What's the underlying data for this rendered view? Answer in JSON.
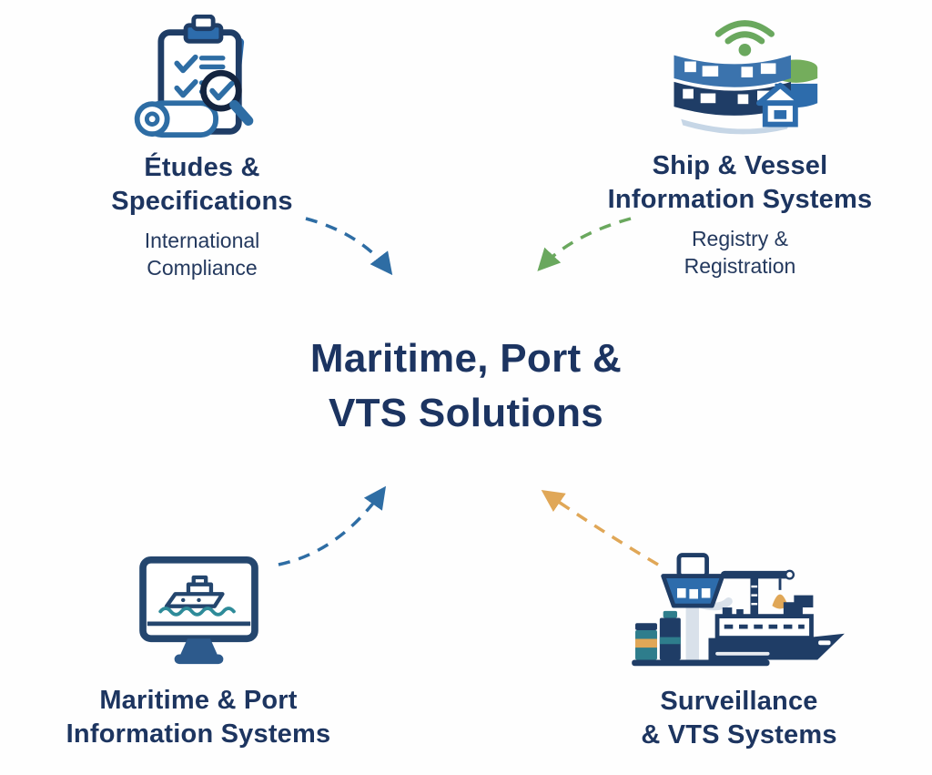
{
  "diagram": {
    "center_title": "Maritime, Port &\nVTS Solutions"
  },
  "nodes": [
    {
      "id": "etudes-specifications",
      "icon": "clipboard-checklist-magnifier-icon",
      "label": "Études &\nSpecifications",
      "sublabel": "International\nCompliance"
    },
    {
      "id": "ship-vessel-information-systems",
      "icon": "smart-building-database-icon",
      "label": "Ship & Vessel\nInformation Systems",
      "sublabel": "Registry &\nRegistration"
    },
    {
      "id": "maritime-port-information-systems",
      "icon": "monitor-ship-icon",
      "label": "Maritime & Port\nInformation Systems",
      "sublabel": ""
    },
    {
      "id": "surveillance-vts-systems",
      "icon": "vts-tower-ship-icon",
      "label": "Surveillance\n& VTS Systems",
      "sublabel": ""
    }
  ],
  "arrows": [
    {
      "from": "etudes-specifications",
      "to": "center",
      "color": "#2e6da4"
    },
    {
      "from": "ship-vessel-information-systems",
      "to": "center",
      "color": "#6aa85e"
    },
    {
      "from": "maritime-port-information-systems",
      "to": "center",
      "color": "#2e6da4"
    },
    {
      "from": "surveillance-vts-systems",
      "to": "center",
      "color": "#e0a757"
    }
  ],
  "colors": {
    "heading_text": "#1d3560",
    "subtitle_text": "#24395e",
    "navy": "#1f3d66",
    "blue": "#2d6cac",
    "steel_blue": "#2e6da4",
    "green": "#6aa85e",
    "teal": "#2e7d8c",
    "amber": "#e0a757",
    "background": "#fefefe"
  }
}
